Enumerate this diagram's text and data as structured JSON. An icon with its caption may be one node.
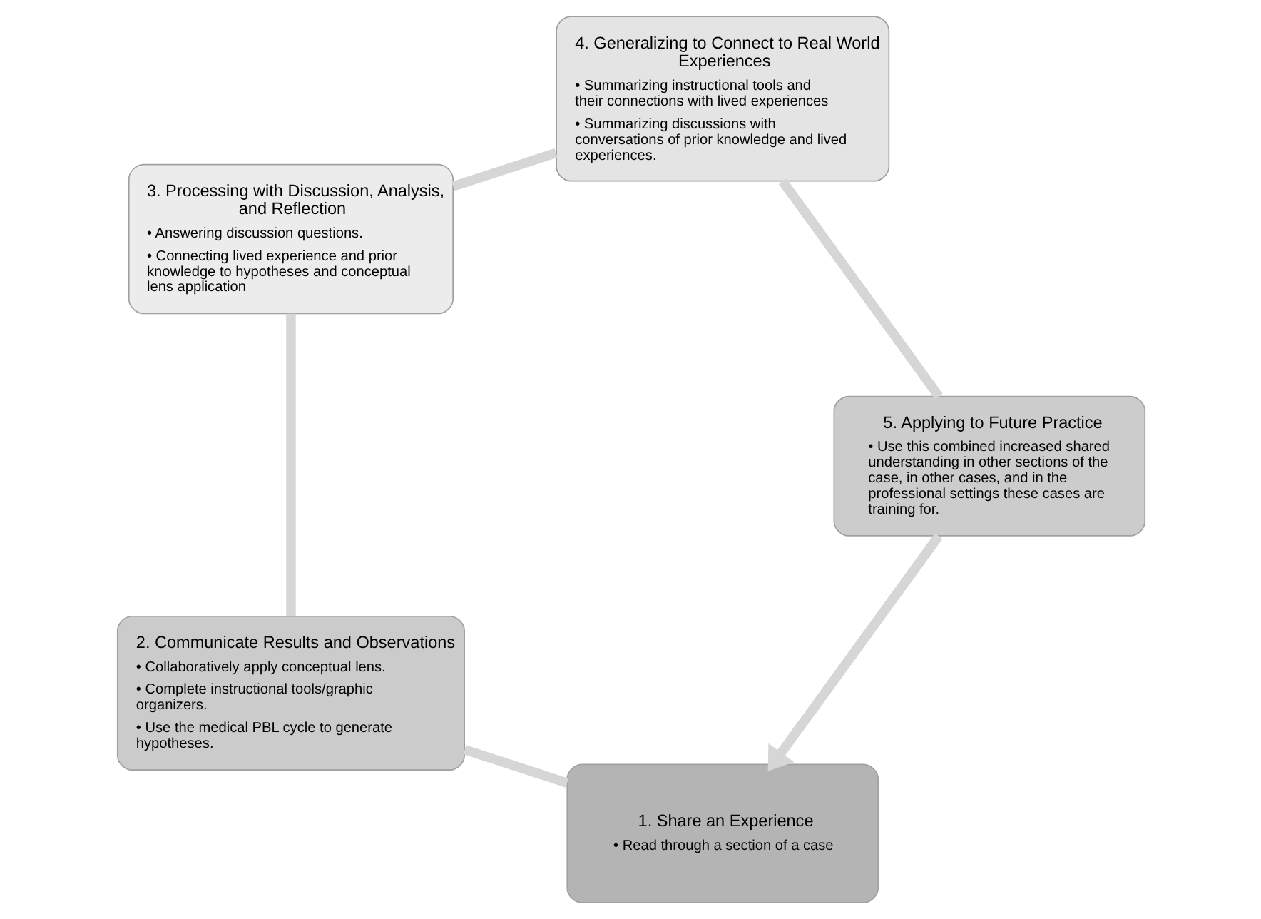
{
  "diagram": {
    "nodes": [
      {
        "text": [
          "1. Share an Experience",
          "• Read through a section of a case"
        ]
      },
      {
        "text": [
          "2. Communicate Results and Observations",
          "• Collaboratively apply conceptual lens.",
          "• Complete instructional tools/graphic organizers.",
          "• Use the medical PBL cycle to generate hypotheses."
        ]
      },
      {
        "text": [
          "3. Processing with Discussion, Analysis, and Reflection",
          "• Answering discussion questions.",
          "• Connecting lived experience and prior knowledge to hypotheses and conceptual lens application"
        ]
      },
      {
        "text": [
          "4. Generalizing to Connect to Real World Experiences",
          "• Summarizing instructional tools and their connections with lived experiences",
          "• Summarizing discussions with conversations of prior knowledge and lived experiences."
        ]
      },
      {
        "text": [
          "5. Applying to Future Practice",
          "• Use this combined increased shared understanding in other sections of the case, in other cases, and in the professional settings these cases are training for."
        ]
      }
    ],
    "edges": [
      {
        "from": 0,
        "to": 1,
        "arrow": "none"
      },
      {
        "from": 1,
        "to": 2,
        "arrow": "none"
      },
      {
        "from": 2,
        "to": 3,
        "arrow": "none"
      },
      {
        "from": 3,
        "to": 4,
        "arrow": "none"
      },
      {
        "from": 4,
        "to": 0,
        "arrow": "to"
      }
    ]
  }
}
